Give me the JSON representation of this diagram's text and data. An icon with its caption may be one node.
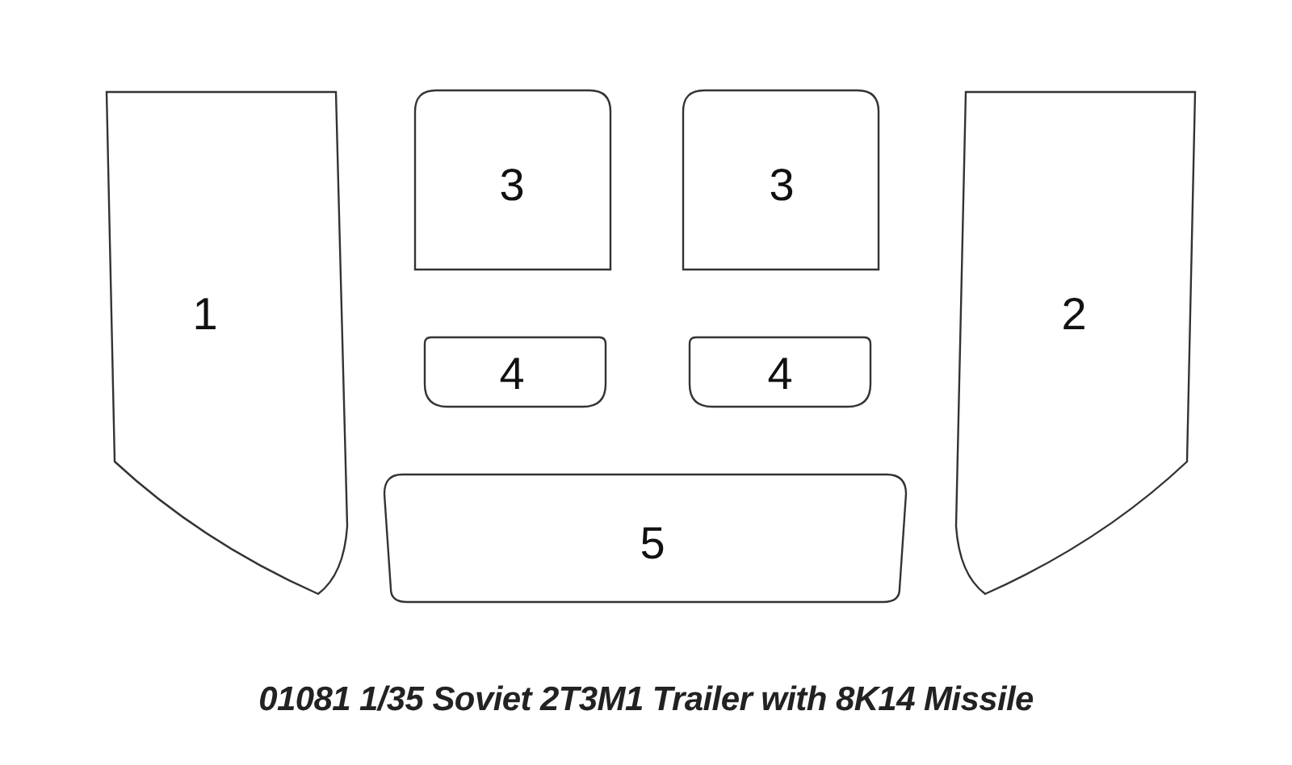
{
  "diagram": {
    "caption": "01081 1/35 Soviet 2T3M1 Trailer with 8K14 Missile",
    "nodes": [
      {
        "text": [
          "1"
        ]
      },
      {
        "text": [
          "2"
        ]
      },
      {
        "text": [
          "3"
        ]
      },
      {
        "text": [
          "3"
        ]
      },
      {
        "text": [
          "4"
        ]
      },
      {
        "text": [
          "4"
        ]
      },
      {
        "text": [
          "5"
        ]
      }
    ]
  }
}
